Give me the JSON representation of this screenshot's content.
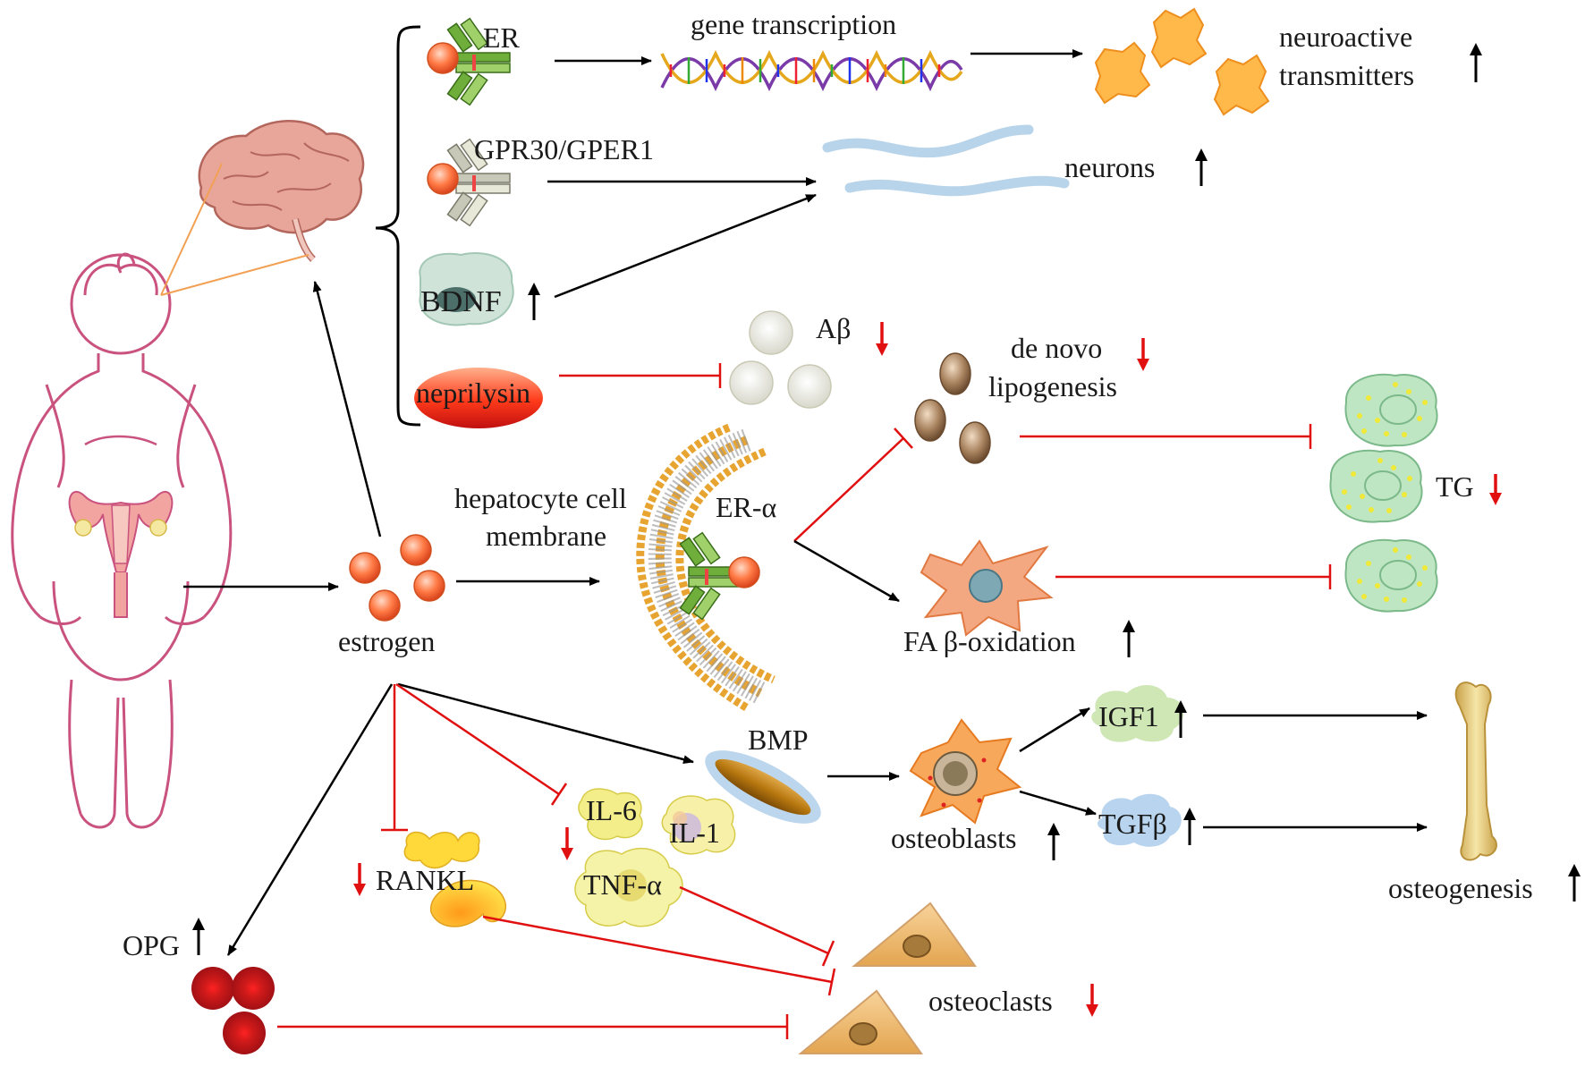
{
  "labels": {
    "er": "ER",
    "gene_transcription": "gene transcription",
    "neuroactive_line1": "neuroactive",
    "neuroactive_line2": "transmitters",
    "gpr30": "GPR30/GPER1",
    "neurons": "neurons",
    "bdnf": "BDNF",
    "abeta": "Aβ",
    "neprilysin": "neprilysin",
    "de_novo_line1": "de novo",
    "de_novo_line2": "lipogenesis",
    "tg": "TG",
    "hepatocyte_line1": "hepatocyte cell",
    "hepatocyte_line2": "membrane",
    "er_alpha": "ER-α",
    "estrogen": "estrogen",
    "fa_oxidation": "FA β-oxidation",
    "bmp": "BMP",
    "igf1": "IGF1",
    "tgfb": "TGFβ",
    "osteoblasts": "osteoblasts",
    "osteogenesis": "osteogenesis",
    "il6": "IL-6",
    "il1": "IL-1",
    "tnfa": "TNF-α",
    "rankl": "RANKL",
    "opg": "OPG",
    "osteoclasts": "osteoclasts"
  },
  "colors": {
    "activation_arrow": "#000000",
    "inhibition_line": "#e01010",
    "increase_indicator": "#000000",
    "decrease_indicator": "#e01010",
    "body_outline": "#c9527e"
  }
}
